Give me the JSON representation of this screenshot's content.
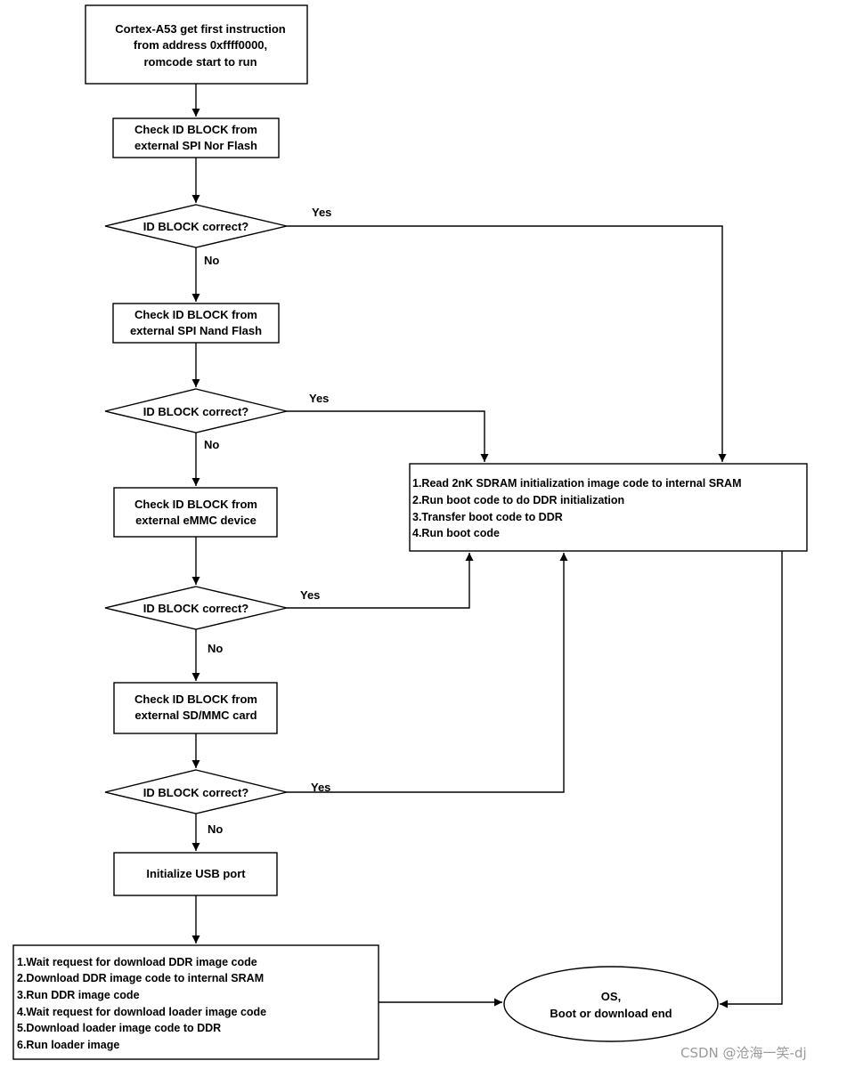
{
  "nodes": {
    "start": [
      "Cortex-A53 get first instruction",
      "from address 0xffff0000,",
      "romcode start to run"
    ],
    "check_nor": [
      "Check ID BLOCK from",
      "external SPI Nor Flash"
    ],
    "check_nand": [
      "Check ID BLOCK from",
      "external SPI Nand Flash"
    ],
    "check_emmc": [
      "Check ID BLOCK from",
      "external eMMC device"
    ],
    "check_sd": [
      "Check ID BLOCK from",
      "external SD/MMC card"
    ],
    "usb": "Initialize USB port",
    "boot_steps": [
      "1.Read 2nK SDRAM initialization image code to internal SRAM",
      "2.Run boot code to do DDR initialization",
      "3.Transfer boot code to DDR",
      "4.Run boot code"
    ],
    "download_steps": [
      "1.Wait request for download DDR image code",
      "2.Download DDR image code to internal SRAM",
      "3.Run DDR image code",
      "4.Wait request for download loader image code",
      "5.Download loader image code to DDR",
      "6.Run loader image"
    ],
    "end": [
      "OS,",
      "Boot or download end"
    ]
  },
  "decisions": {
    "d1": "ID BLOCK correct?",
    "d2": "ID BLOCK correct?",
    "d3": "ID BLOCK correct?",
    "d4": "ID BLOCK correct?"
  },
  "edge_labels": {
    "d1_yes": "Yes",
    "d1_no": "No",
    "d2_yes": "Yes",
    "d2_no": "No",
    "d3_yes": "Yes",
    "d3_no": "No",
    "d4_yes": "Yes",
    "d4_no": "No"
  },
  "watermark": "CSDN @沧海一笑-dj"
}
